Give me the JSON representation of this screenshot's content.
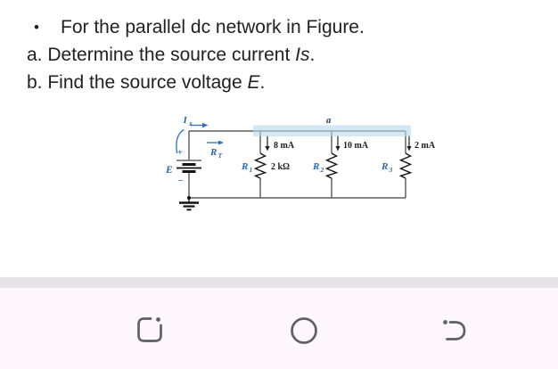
{
  "problem": {
    "bullet": "•",
    "statement": "For the parallel dc network in Figure.",
    "item_a_prefix": "a. Determine the source current ",
    "item_a_symbol": "Is",
    "item_a_suffix": ".",
    "item_b_prefix": "b. Find the source voltage ",
    "item_b_symbol": "E",
    "item_b_suffix": "."
  },
  "circuit": {
    "source_current_symbol": "I",
    "source_current_sub": "s",
    "total_resistance_symbol": "R",
    "total_resistance_sub": "T",
    "source_label": "E",
    "plus": "+",
    "minus": "−",
    "node_label": "a",
    "branch1_symbol": "R",
    "branch1_sub": "1",
    "branch1_current": "8 mA",
    "branch1_value": "2 kΩ",
    "branch2_symbol": "R",
    "branch2_sub": "2",
    "branch2_current": "10 mA",
    "branch3_symbol": "R",
    "branch3_sub": "3",
    "branch3_current": "2 mA",
    "colors": {
      "label_blue": "#2d64a8",
      "node_blue": "#17386f",
      "highlight": "#b5d9ef"
    }
  },
  "nav": {
    "recents": "recents",
    "home": "home",
    "back": "back"
  }
}
